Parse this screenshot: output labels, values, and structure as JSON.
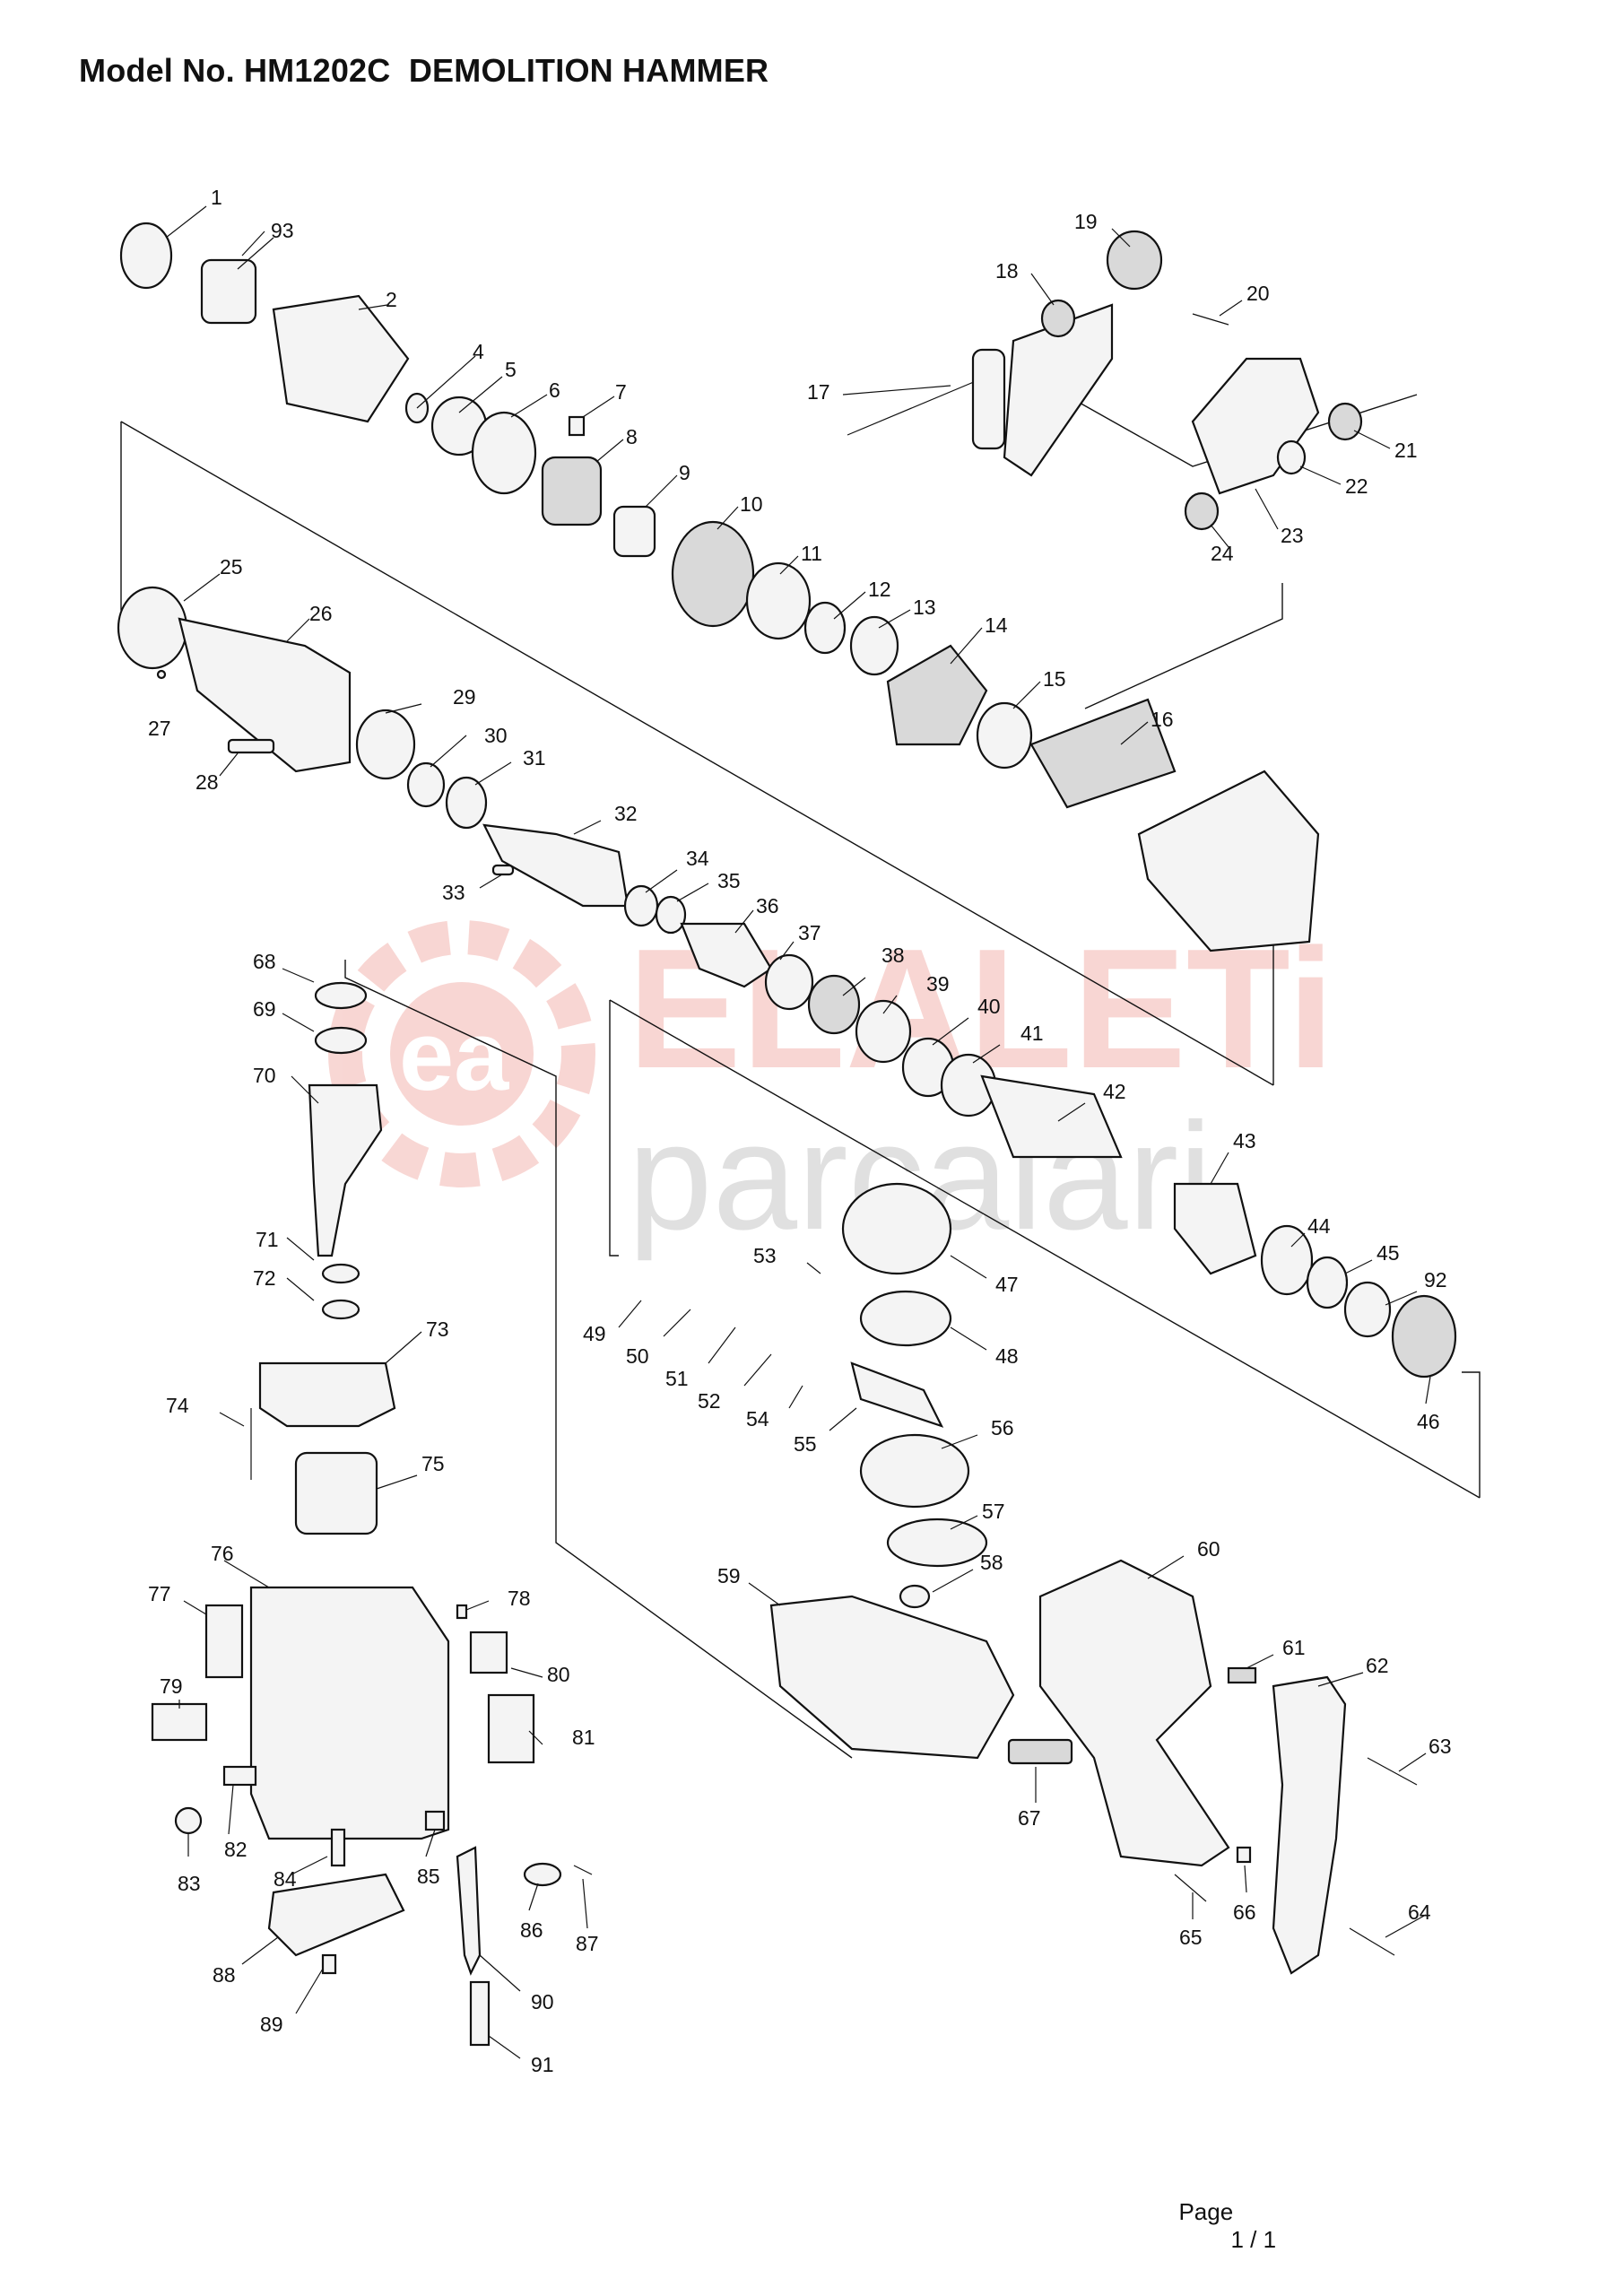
{
  "title": "Model No. HM1202C  DEMOLITION HAMMER",
  "footer": {
    "page_label": "Page",
    "page_number": "1 / 1"
  },
  "watermark": {
    "line1": "ELALETi",
    "line2": "parcalari",
    "monogram": "ea",
    "color": "#e04a3a"
  },
  "callouts": [
    "1",
    "2",
    "4",
    "5",
    "6",
    "7",
    "8",
    "9",
    "10",
    "11",
    "12",
    "13",
    "14",
    "15",
    "16",
    "17",
    "18",
    "19",
    "20",
    "21",
    "22",
    "23",
    "24",
    "25",
    "26",
    "27",
    "28",
    "29",
    "30",
    "31",
    "32",
    "33",
    "34",
    "35",
    "36",
    "37",
    "38",
    "39",
    "40",
    "41",
    "42",
    "43",
    "44",
    "45",
    "46",
    "47",
    "48",
    "49",
    "50",
    "51",
    "52",
    "53",
    "54",
    "55",
    "56",
    "57",
    "58",
    "59",
    "60",
    "61",
    "62",
    "63",
    "64",
    "65",
    "66",
    "67",
    "68",
    "69",
    "70",
    "71",
    "72",
    "73",
    "74",
    "75",
    "76",
    "77",
    "78",
    "79",
    "80",
    "81",
    "82",
    "83",
    "84",
    "85",
    "86",
    "87",
    "88",
    "89",
    "90",
    "91",
    "92",
    "93"
  ]
}
